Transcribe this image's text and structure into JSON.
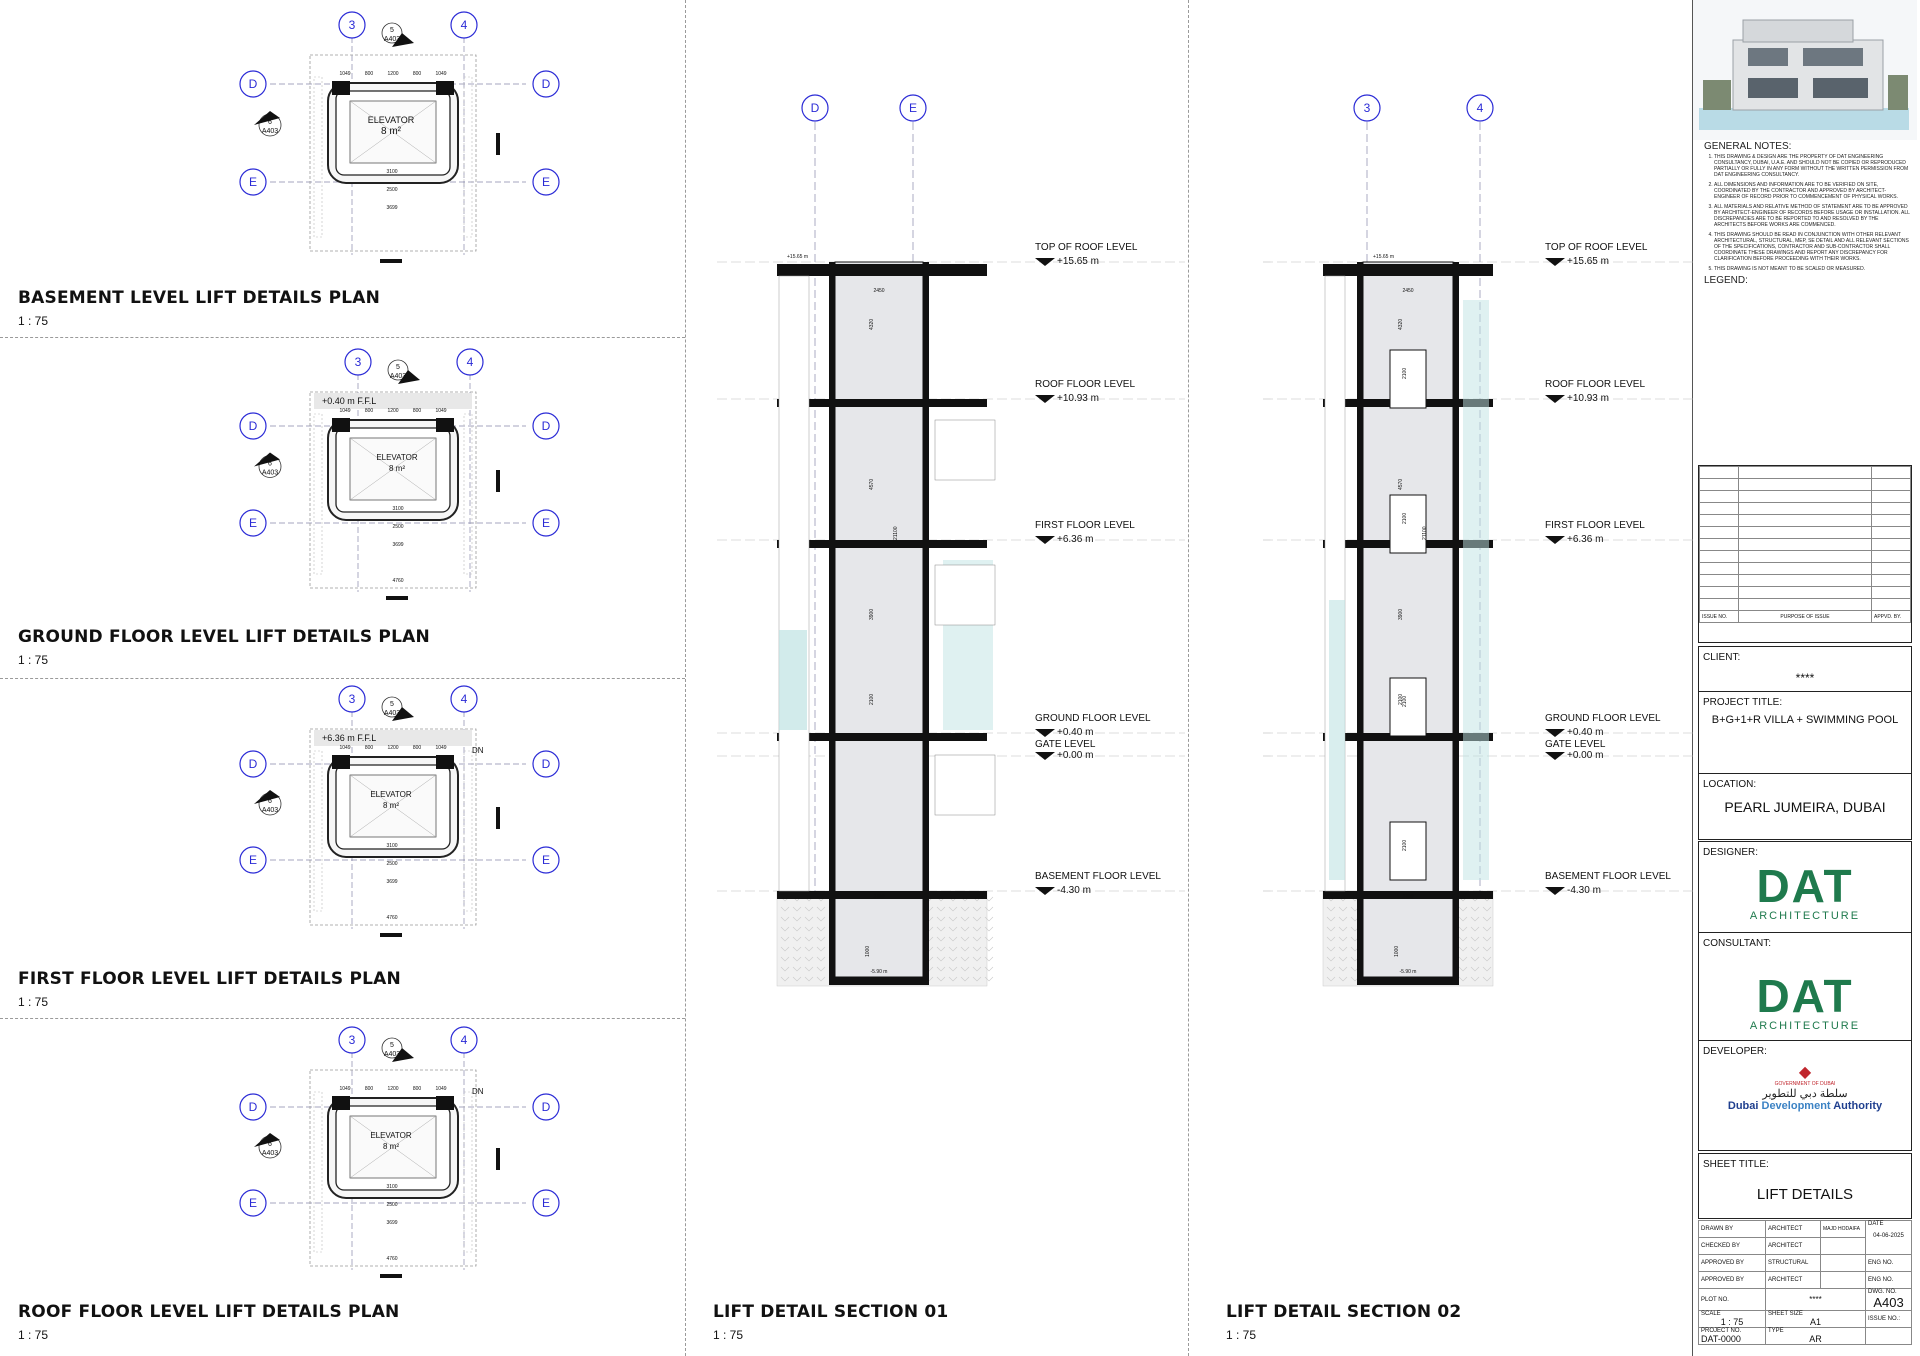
{
  "plans": [
    {
      "title": "BASEMENT LEVEL LIFT DETAILS PLAN",
      "scale": "1 : 75",
      "elevator": "ELEVATOR",
      "area": "8 m²",
      "ffl": "",
      "grid_cols": [
        "3",
        "4"
      ],
      "grid_rows": [
        "D",
        "E"
      ],
      "dim_top": [
        "1049",
        "800",
        "1200",
        "800",
        "1049"
      ],
      "dim_inner": "3100",
      "dim_bottom": "3699",
      "dim_mid": "2500",
      "callout_top": {
        "num": "5",
        "sheet": "A403"
      },
      "callout_left": {
        "num": "6",
        "sheet": "A403"
      }
    },
    {
      "title": "GROUND FLOOR LEVEL LIFT DETAILS PLAN",
      "scale": "1 : 75",
      "elevator": "ELEVATOR",
      "area": "8 m²",
      "ffl": "+0.40 m F.F.L",
      "grid_cols": [
        "3",
        "4"
      ],
      "grid_rows": [
        "D",
        "E"
      ],
      "dim_top": [
        "1049",
        "800",
        "1200",
        "800",
        "1049"
      ],
      "dim_inner": "3100",
      "dim_bottom": "3699",
      "dim_mid": "2500",
      "dim_outer": "4760",
      "callout_top": {
        "num": "5",
        "sheet": "A403"
      },
      "callout_left": {
        "num": "6",
        "sheet": "A403"
      }
    },
    {
      "title": "FIRST FLOOR LEVEL LIFT DETAILS PLAN",
      "scale": "1 : 75",
      "elevator": "ELEVATOR",
      "area": "8 m²",
      "ffl": "+6.36 m F.F.L",
      "dn": "DN",
      "grid_cols": [
        "3",
        "4"
      ],
      "grid_rows": [
        "D",
        "E"
      ],
      "dim_top": [
        "1049",
        "800",
        "1200",
        "800",
        "1049"
      ],
      "dim_inner": "3100",
      "dim_bottom": "3699",
      "dim_mid": "2500",
      "dim_outer": "4760",
      "callout_top": {
        "num": "5",
        "sheet": "A403"
      },
      "callout_left": {
        "num": "6",
        "sheet": "A403"
      }
    },
    {
      "title": "ROOF FLOOR LEVEL LIFT DETAILS PLAN",
      "scale": "1 : 75",
      "elevator": "ELEVATOR",
      "area": "8 m²",
      "ffl": "",
      "dn": "DN",
      "grid_cols": [
        "3",
        "4"
      ],
      "grid_rows": [
        "D",
        "E"
      ],
      "dim_top": [
        "1049",
        "800",
        "1200",
        "800",
        "1049"
      ],
      "dim_inner": "3100",
      "dim_bottom": "3699",
      "dim_mid": "2500",
      "dim_outer": "4760",
      "callout_top": {
        "num": "5",
        "sheet": "A403"
      },
      "callout_left": {
        "num": "6",
        "sheet": "A403"
      }
    }
  ],
  "sections": [
    {
      "title": "LIFT DETAIL SECTION 01",
      "scale": "1 : 75",
      "grids": [
        "D",
        "E"
      ]
    },
    {
      "title": "LIFT DETAIL SECTION 02",
      "scale": "1 : 75",
      "grids": [
        "3",
        "4"
      ]
    }
  ],
  "levels": [
    {
      "name": "TOP OF ROOF LEVEL",
      "value": "+15.65 m",
      "tag": "+15.65 m"
    },
    {
      "name": "ROOF FLOOR LEVEL",
      "value": "+10.93 m",
      "tag": "+10.93 m"
    },
    {
      "name": "FIRST FLOOR LEVEL",
      "value": "+6.36 m",
      "tag": "+6.36 m"
    },
    {
      "name": "GROUND FLOOR  LEVEL",
      "value": "+0.40 m",
      "tag": "+0.40 m"
    },
    {
      "name": "GATE LEVEL",
      "value": "+0.00 m",
      "tag": ""
    },
    {
      "name": "BASEMENT FLOOR LEVEL",
      "value": "-4.30 m",
      "tag": "-4.30 m"
    }
  ],
  "section_dims": {
    "shaft": "2450",
    "pit": "1000",
    "pit_level": "-5.90 m",
    "heights": [
      "4320",
      "4570",
      "3900",
      "2100",
      "21100"
    ]
  },
  "title_block": {
    "general_notes_heading": "GENERAL NOTES:",
    "notes": [
      "THIS DRAWING & DESIGN ARE THE PROPERTY OF DAT ENGINEERING CONSULTANCY, DUBAI, U.A.E. AND SHOULD NOT BE COPIED OR REPRODUCED PARTIALLY OR FULLY IN ANY FORM WITHOUT THE WRITTEN PERMISSION FROM DAT ENGINEERING CONSULTANCY.",
      "ALL DIMENSIONS AND INFORMATION ARE TO BE VERIFIED ON SITE, COORDINATED BY THE CONTRACTOR AND APPROVED BY ARCHITECT-ENGINEER OF RECORD PRIOR TO COMMENCEMENT OF PHYSICAL WORKS.",
      "ALL MATERIALS AND RELATIVE METHOD OF STATEMENT ARE TO BE APPROVED BY ARCHITECT-ENGINEER OF RECORDS BEFORE USAGE OR INSTALLATION. ALL DISCREPANCIES ARE TO BE REPORTED TO AND RESOLVED BY THE ARCHITECTS BEFORE WORKS ARE COMMENCED.",
      "THIS DRAWING SHOULD BE READ IN CONJUNCTION WITH OTHER RELEVANT ARCHITECTURAL, STRUCTURAL, MEP, SE DETAIL AND ALL RELEVANT SECTIONS OF THE SPECIFICATIONS, CONTRACTOR AND SUB-CONTRACTOR SHALL COORDINATE THESE DRAWINGS AND REPORT ANY DISCREPANCY FOR CLARIFICATION BEFORE PROCEEDING WITH THEIR WORKS.",
      "THIS DRAWING IS NOT MEANT TO BE SCALED OR MEASURED."
    ],
    "legend_heading": "LEGEND:",
    "revision_headers": [
      "ISSUE NO.",
      "PURPOSE OF ISSUE",
      "APPVD. BY."
    ],
    "client_label": "CLIENT:",
    "client_value": "****",
    "project_label": "PROJECT TITLE:",
    "project_value": "B+G+1+R VILLA + SWIMMING POOL",
    "location_label": "LOCATION:",
    "location_value": "PEARL JUMEIRA, DUBAI",
    "designer_label": "DESIGNER:",
    "consultant_label": "CONSULTANT:",
    "developer_label": "DEVELOPER:",
    "logo_main": "DAT",
    "logo_sub": "ARCHITECTURE",
    "dev_logo_text_ar": "سلطة دبي للتطوير",
    "dev_logo_text_gov": "GOVERNMENT OF DUBAI",
    "dev_logo_text_pre": "Dubai ",
    "dev_logo_text_dev": "Development",
    "dev_logo_text_post": " Authority",
    "sheet_title_label": "SHEET TITLE:",
    "sheet_title_value": "LIFT DETAILS",
    "drawn_by": "DRAWN BY",
    "drawn_role": "ARCHITECT",
    "drawn_name": "MAJD HODAIFA",
    "date_label": "DATE",
    "date_value": "04-06-2025",
    "checked_by": "CHECKED BY",
    "checked_role": "ARCHITECT",
    "eng1": "ENG NO.",
    "approved_by1": "APPROVED BY",
    "approved_role1": "STRUCTURAL",
    "approved_by2": "APPROVED BY",
    "approved_role2": "ARCHITECT",
    "eng2": "ENG NO.",
    "plot_label": "PLOT NO.",
    "plot_value": "****",
    "dwg_label": "DWG. NO.",
    "dwg_value": "A403",
    "scale_label": "SCALE",
    "scale_value": "1 : 75",
    "sheet_size_label": "SHEET SIZE",
    "sheet_size_value": "A1",
    "issue_label": "ISSUE NO.:",
    "project_no_label": "PROJECT NO.",
    "project_no_value": "DAT-0000",
    "type_label": "TYPE",
    "type_value": "AR"
  },
  "colors": {
    "grid_bubble": "#2b2bd6",
    "logo_green": "#1f7a4d",
    "dev_red": "#c0262d",
    "dev_blue": "#1f3f8f",
    "glass": "#bfe3e3"
  }
}
